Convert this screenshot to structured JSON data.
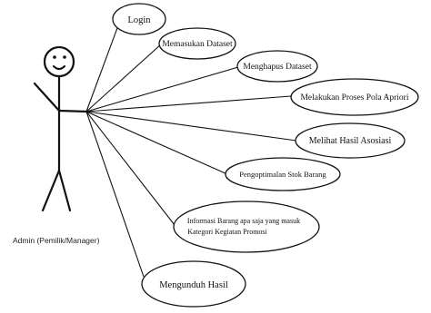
{
  "actor": {
    "label": "Admin (Pemilik/Manager)"
  },
  "use_cases": [
    {
      "label": "Login"
    },
    {
      "label": "Memasukan Dataset"
    },
    {
      "label": "Menghapus Dataset"
    },
    {
      "label": "Melakukan Proses Pola Apriori"
    },
    {
      "label": "Melihat Hasil Asosiasi"
    },
    {
      "label": "Pengoptimalan Stok Barang"
    },
    {
      "label_line1": "Informasi Barang apa saja yang masuk",
      "label_line2": "Kategori Kegiatan Promosi"
    },
    {
      "label": "Mengunduh Hasil"
    }
  ]
}
